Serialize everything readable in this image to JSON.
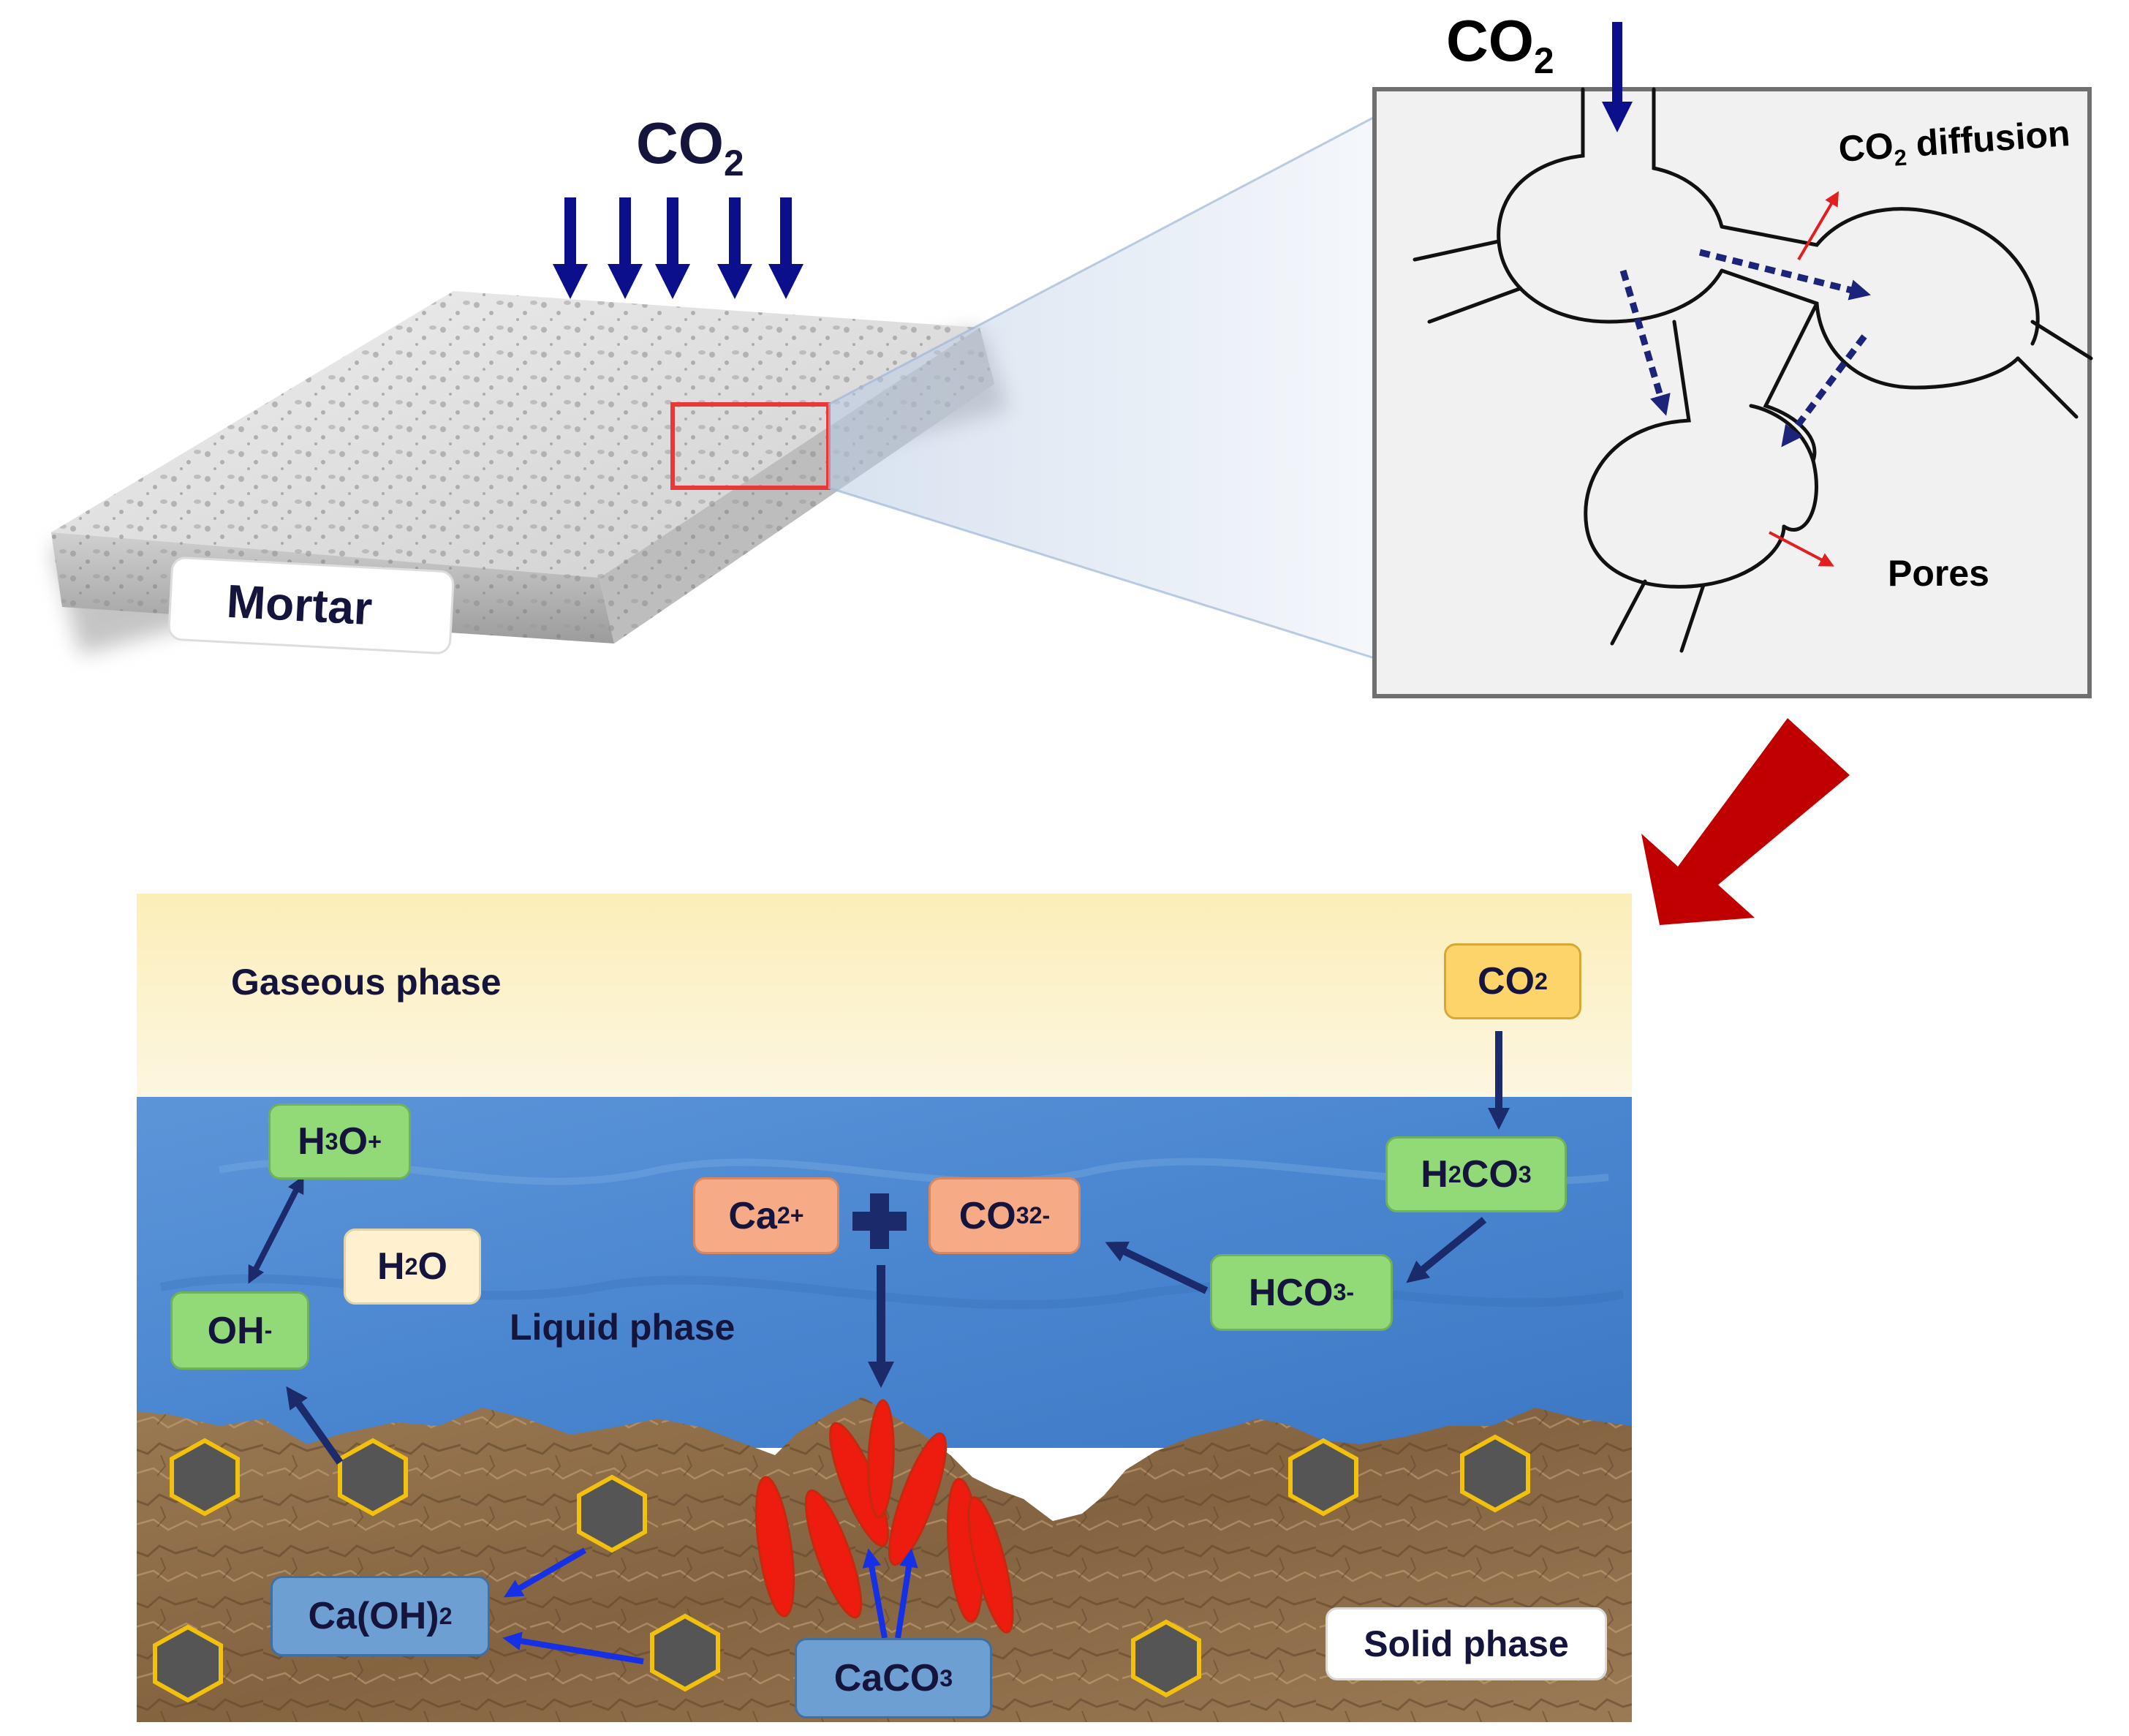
{
  "mortar": {
    "co2_label": "CO",
    "co2_sub": "2",
    "name": "Mortar"
  },
  "pore": {
    "co2_label": "CO",
    "co2_sub": "2",
    "diffusion_main": "CO",
    "diffusion_sub": "2",
    "diffusion_rest": "diffusion",
    "pores_label": "Pores"
  },
  "phases": {
    "gaseous": "Gaseous phase",
    "liquid": "Liquid phase",
    "solid": "Solid phase"
  },
  "species": {
    "co2": {
      "main": "CO",
      "sub": "2"
    },
    "h2co3": {
      "a": "H",
      "sub1": "2",
      "b": "CO",
      "sub2": "3"
    },
    "hco3": {
      "a": "HCO",
      "sub": "3",
      "sup": "-"
    },
    "co3": {
      "a": "CO",
      "sub": "3",
      "sup": "2-"
    },
    "ca": {
      "a": "Ca",
      "sup": "2+"
    },
    "h3o": {
      "a": "H",
      "sub": "3",
      "b": "O",
      "sup": "+"
    },
    "h2o": {
      "a": "H",
      "sub": "2",
      "b": "O"
    },
    "oh": {
      "a": "OH",
      "sup": "-"
    },
    "caoh2": {
      "a": "Ca(OH)",
      "sub": "2"
    },
    "caco3": {
      "a": "CaCO",
      "sub": "3"
    }
  },
  "colors": {
    "flux_arrow": "#0b0f8c",
    "reaction_arrow": "#1b2a6b",
    "big_arrow": "#c00000",
    "highlight_box": "#e8383a",
    "crystals": "#ee1c0e",
    "gas_phase": "#fdf1c2",
    "liquid_phase": "#4a86d0",
    "solid_phase": "#8a6a45",
    "hexagon_fill": "#555555",
    "hexagon_stroke": "#f2c10d",
    "green_box": "#92d978",
    "orange_box": "#f6ab86",
    "blue_box": "#6e9fd2"
  }
}
